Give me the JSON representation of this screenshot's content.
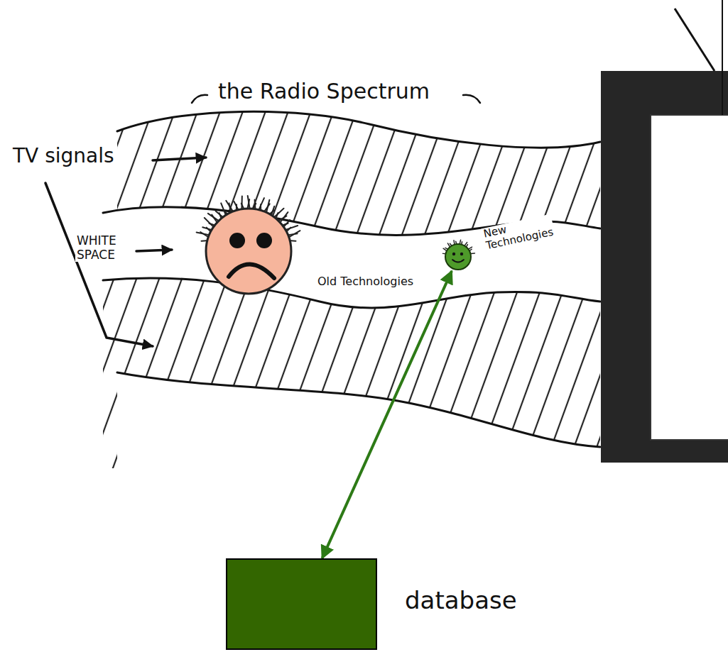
{
  "diagram": {
    "nodes": [
      {
        "text": [
          "Old Technologies"
        ]
      },
      {
        "text": [
          "New Technologies"
        ]
      },
      {
        "text": [
          "database"
        ]
      }
    ],
    "edges": [
      {
        "from": 1,
        "to": 2,
        "arrow": "both"
      }
    ],
    "labels": [
      "the Radio Spectrum",
      "TV signals",
      "WHITE SPACE"
    ]
  }
}
